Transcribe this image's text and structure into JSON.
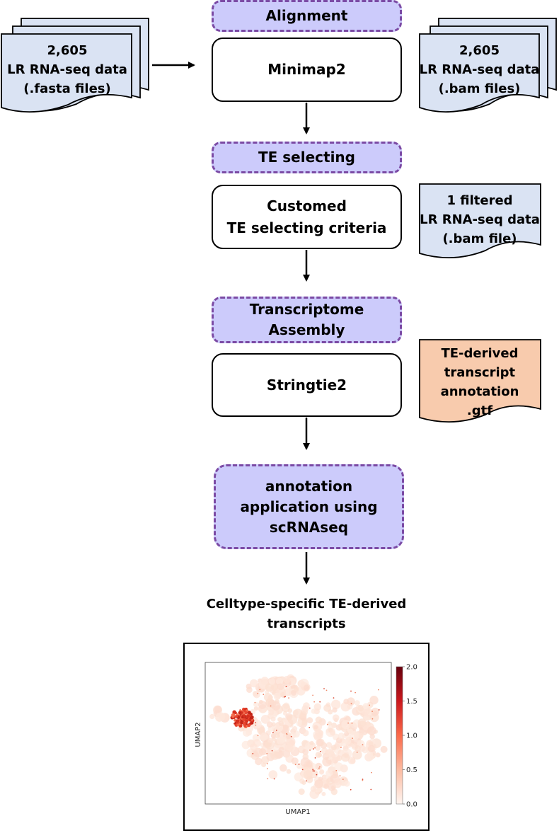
{
  "stages": {
    "alignment": "Alignment",
    "te_selecting": "TE selecting",
    "transcriptome_assembly": [
      "Transcriptome",
      "Assembly"
    ],
    "annotation_application": [
      "annotation",
      "application using",
      "scRNAseq"
    ]
  },
  "tools": {
    "minimap2": "Minimap2",
    "criteria": [
      "Customed",
      "TE selecting criteria"
    ],
    "stringtie2": "Stringtie2"
  },
  "files": {
    "fasta": [
      "2,605",
      "LR RNA-seq data",
      "(.fasta files)"
    ],
    "bam": [
      "2,605",
      "LR RNA-seq data",
      "(.bam files)"
    ],
    "filtered_bam": [
      "1 filtered",
      "LR RNA-seq data",
      "(.bam file)"
    ],
    "gtf": [
      "TE-derived",
      "transcript",
      "annotation",
      ".gtf"
    ]
  },
  "output_caption": [
    "Celltype-specific TE-derived",
    "transcripts"
  ],
  "colors": {
    "stage_fill": "#cccbfb",
    "stage_border": "#7b4aa4",
    "doc_fill": "#dae3f3",
    "gtf_fill": "#f8cbad",
    "colormap_low": "#fff5f0",
    "colormap_high": "#67000d"
  },
  "chart_data": {
    "type": "scatter",
    "xlabel": "UMAP1",
    "ylabel": "UMAP2",
    "colorbar": {
      "range": [
        0.0,
        2.0
      ],
      "ticks": [
        "0.0",
        "0.5",
        "1.0",
        "1.5",
        "2.0"
      ],
      "colormap": "Reds"
    },
    "highlight_region": "left cluster (high expression)",
    "grid": false
  }
}
